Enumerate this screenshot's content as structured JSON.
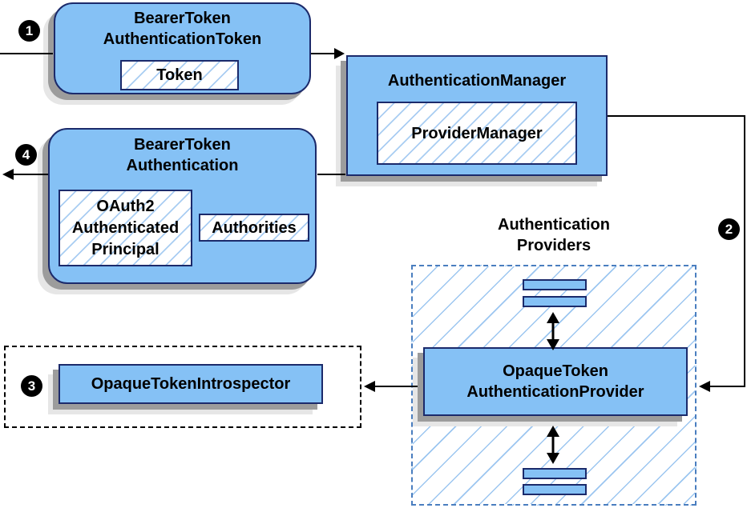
{
  "colors": {
    "node_fill": "#85c1f5",
    "node_border": "#1b2a6b",
    "hatch_line": "#a9cdf2",
    "providers_dash_border": "#4a7ebf",
    "shadow_dark": "#9c9c9c",
    "shadow_light": "#e6e6e6",
    "connector": "#000000",
    "badge_bg": "#000000",
    "badge_text": "#ffffff"
  },
  "steps": {
    "step1": "1",
    "step2": "2",
    "step3": "3",
    "step4": "4"
  },
  "nodes": {
    "bearer_token_authentication_token": {
      "title_line1": "BearerToken",
      "title_line2": "AuthenticationToken",
      "token_label": "Token"
    },
    "authentication_manager": {
      "title": "AuthenticationManager",
      "provider_manager_label": "ProviderManager"
    },
    "bearer_token_authentication": {
      "title_line1": "BearerToken",
      "title_line2": "Authentication",
      "principal_line1": "OAuth2",
      "principal_line2": "Authenticated",
      "principal_line3": "Principal",
      "authorities_label": "Authorities"
    },
    "opaque_token_introspector": {
      "label": "OpaqueTokenIntrospector"
    },
    "authentication_providers": {
      "title_line1": "Authentication",
      "title_line2": "Providers",
      "provider_line1": "OpaqueToken",
      "provider_line2": "AuthenticationProvider"
    }
  }
}
